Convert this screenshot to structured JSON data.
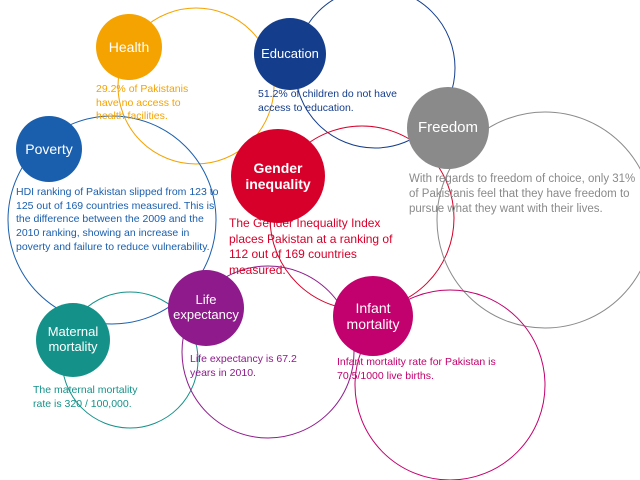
{
  "colors": {
    "health": "#f4a300",
    "education": "#143d8c",
    "freedom": "#8a8a8a",
    "poverty": "#1a5fae",
    "gender": "#d6002a",
    "life": "#8e1a8b",
    "infant": "#c2006e",
    "maternal": "#14928a"
  },
  "nodes": {
    "health": {
      "label": "Health",
      "text": "29.2% of Pakistanis have no access to health facilities."
    },
    "education": {
      "label": "Education",
      "text": "51.2% of children do not have access to education."
    },
    "freedom": {
      "label": "Freedom",
      "text": "With regards to freedom of choice, only 31% of Pakistanis feel that they have freedom to pursue what they want with their lives."
    },
    "poverty": {
      "label": "Poverty",
      "text": "HDI ranking of Pakistan slipped from 123 to 125 out of 169 countries measured. This is the difference between the 2009 and the 2010 ranking, showing an increase in poverty and failure to reduce vulnerability."
    },
    "gender": {
      "label": "Gender inequality",
      "text": "The Gender Inequality Index places Pakistan at a ranking of 112 out of 169 countries measured."
    },
    "life": {
      "label": "Life expectancy",
      "text": "Life expectancy is 67.2 years in 2010."
    },
    "infant": {
      "label": "Infant mortality",
      "text": "Infant mortality rate for Pakistan is 70.5/1000 live births."
    },
    "maternal": {
      "label": "Maternal mortality",
      "text": "The maternal mortality rate is 320 / 100,000."
    }
  }
}
